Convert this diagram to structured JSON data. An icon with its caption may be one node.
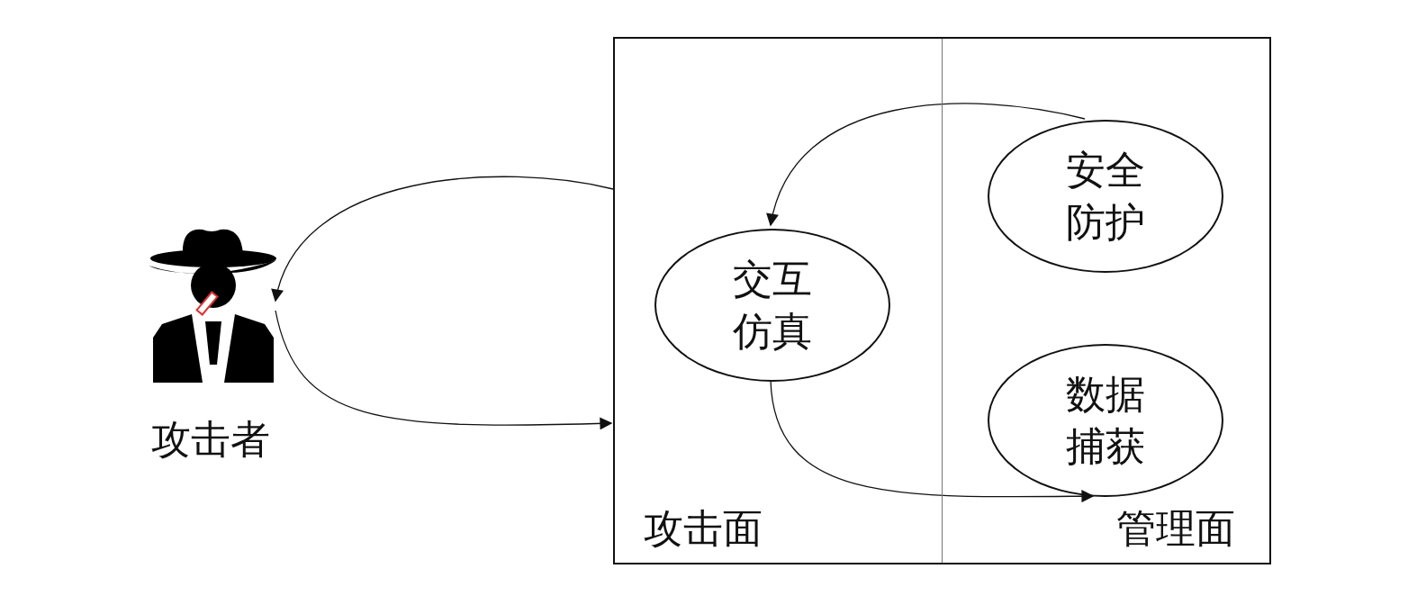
{
  "diagram": {
    "nodes": [
      {
        "text": [
          "攻击者"
        ]
      },
      {
        "text": [
          "攻击面"
        ]
      },
      {
        "text": [
          "管理面"
        ]
      },
      {
        "text": [
          "交互仿真"
        ],
        "in": 1
      },
      {
        "text": [
          "安全防护"
        ],
        "in": 2
      },
      {
        "text": [
          "数据捕获"
        ],
        "in": 2
      }
    ],
    "edges": [
      {
        "from": 1,
        "to": 0,
        "arrow": "to"
      },
      {
        "from": 0,
        "to": 1,
        "arrow": "to"
      },
      {
        "from": 4,
        "to": 3,
        "arrow": "to"
      },
      {
        "from": 3,
        "to": 5,
        "arrow": "to"
      }
    ]
  }
}
